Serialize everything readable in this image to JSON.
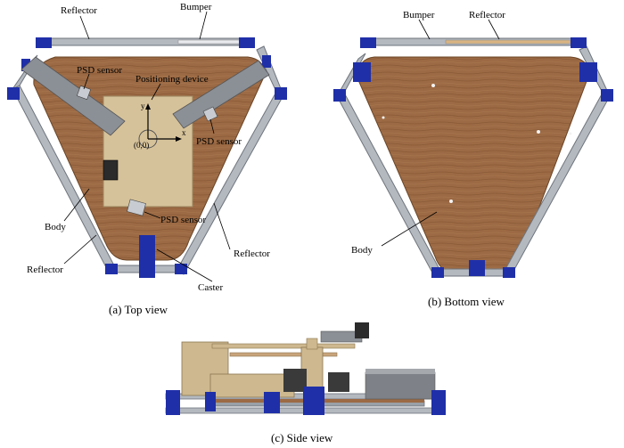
{
  "colors": {
    "wood": "#9c6a44",
    "wood_dark": "#7e5233",
    "frame": "#9aa0a8",
    "frame_dark": "#6e747c",
    "joint": "#1f2fa8",
    "plate": "#cdb88f",
    "bracket": "#8b8f96"
  },
  "top_view": {
    "labels": {
      "reflector_top": "Reflector",
      "bumper": "Bumper",
      "psd_sensor_1": "PSD sensor",
      "positioning_device": "Positioning device",
      "psd_sensor_2": "PSD sensor",
      "body": "Body",
      "psd_sensor_3": "PSD sensor",
      "reflector_right": "Reflector",
      "reflector_left": "Reflector",
      "caster": "Caster"
    },
    "axes": {
      "y": "y",
      "x": "x",
      "origin": "(0,0)"
    },
    "caption": "(a) Top view"
  },
  "bottom_view": {
    "labels": {
      "bumper": "Bumper",
      "reflector": "Reflector",
      "body": "Body"
    },
    "caption": "(b) Bottom view"
  },
  "side_view": {
    "caption": "(c) Side view"
  }
}
